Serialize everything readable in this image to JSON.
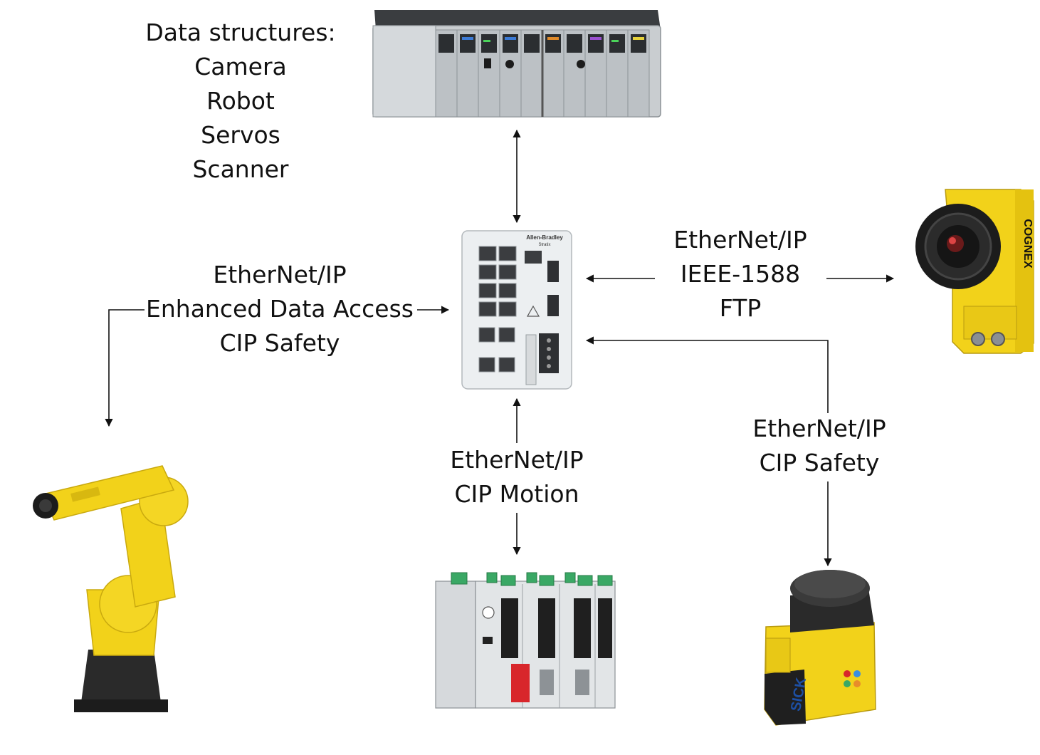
{
  "labels": {
    "data_structures": [
      "Data structures:",
      "Camera",
      "Robot",
      "Servos",
      "Scanner"
    ],
    "robot_link": [
      "EtherNet/IP",
      "Enhanced Data Access",
      "CIP Safety"
    ],
    "camera_link": [
      "EtherNet/IP",
      "IEEE-1588",
      "FTP"
    ],
    "drive_link": [
      "EtherNet/IP",
      "CIP Motion"
    ],
    "scanner_link": [
      "EtherNet/IP",
      "CIP Safety"
    ]
  },
  "devices": {
    "switch_brand": "Allen-Bradley",
    "switch_model": "Stratix",
    "camera_brand": "COGNEX",
    "scanner_brand": "SICK"
  },
  "colors": {
    "yellow": "#f2d21a",
    "dark": "#222222",
    "panel_grey": "#c9cdd0",
    "module_grey": "#b9bec2",
    "switch_white": "#eceff1",
    "green_terminal": "#3aa865",
    "red_accent": "#d8262b",
    "arrow": "#111111"
  }
}
